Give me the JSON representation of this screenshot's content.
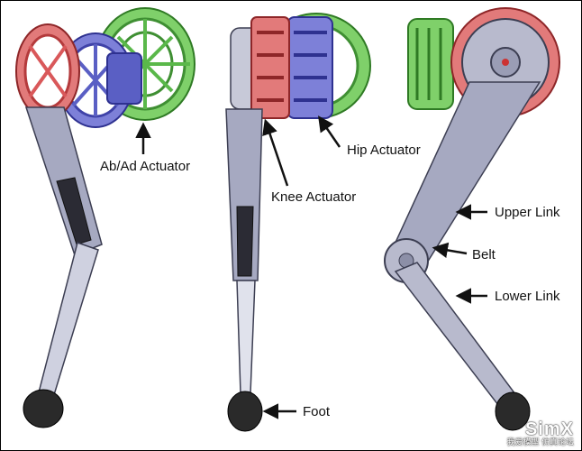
{
  "labels": {
    "abad": "Ab/Ad Actuator",
    "hip": "Hip Actuator",
    "knee": "Knee Actuator",
    "upper": "Upper Link",
    "belt": "Belt",
    "lower": "Lower Link",
    "foot": "Foot"
  },
  "watermark": {
    "main": "SimX",
    "sub": "我爱模型 仿真论坛"
  },
  "colors": {
    "abad_actuator": "#5ab84a",
    "hip_actuator": "#5a5fc4",
    "knee_actuator": "#d9585a",
    "link_metal": "#9a9db5",
    "foot": "#2a2a2a"
  }
}
